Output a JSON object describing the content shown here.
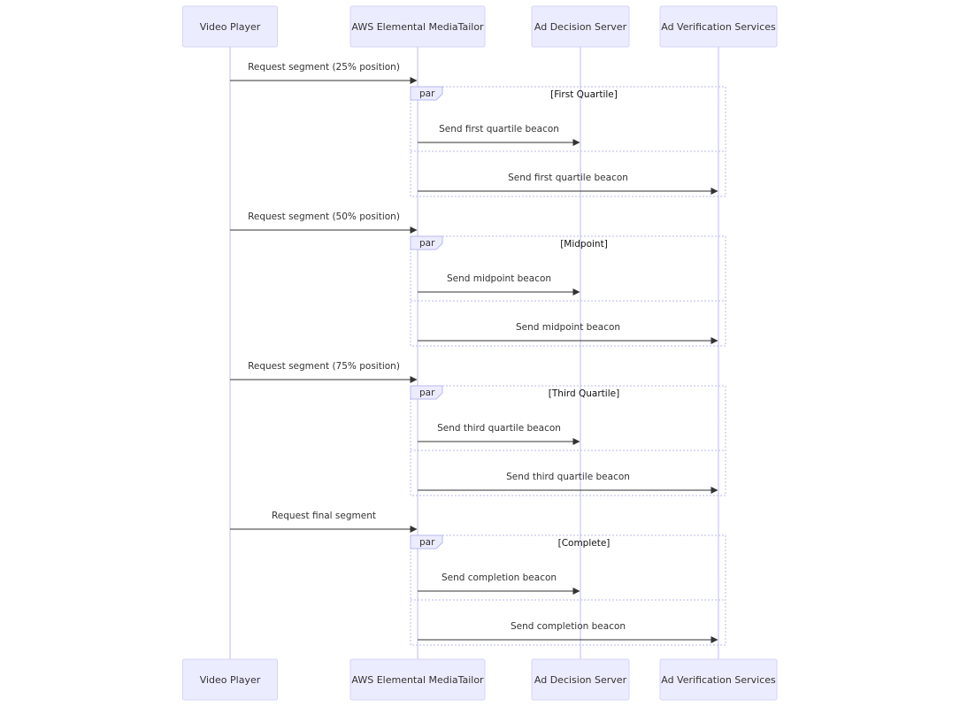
{
  "participants": [
    {
      "id": "vp",
      "label": "Video Player"
    },
    {
      "id": "mt",
      "label": "AWS Elemental MediaTailor"
    },
    {
      "id": "ads",
      "label": "Ad Decision Server"
    },
    {
      "id": "avs",
      "label": "Ad Verification Services"
    }
  ],
  "steps": [
    {
      "request": {
        "from": "vp",
        "to": "mt",
        "label": "Request segment (25% position)"
      },
      "block": {
        "kind": "par",
        "label": "[First Quartile]",
        "messages": [
          {
            "from": "mt",
            "to": "ads",
            "label": "Send first quartile beacon"
          },
          {
            "from": "mt",
            "to": "avs",
            "label": "Send first quartile beacon"
          }
        ]
      }
    },
    {
      "request": {
        "from": "vp",
        "to": "mt",
        "label": "Request segment (50% position)"
      },
      "block": {
        "kind": "par",
        "label": "[Midpoint]",
        "messages": [
          {
            "from": "mt",
            "to": "ads",
            "label": "Send midpoint beacon"
          },
          {
            "from": "mt",
            "to": "avs",
            "label": "Send midpoint beacon"
          }
        ]
      }
    },
    {
      "request": {
        "from": "vp",
        "to": "mt",
        "label": "Request segment (75% position)"
      },
      "block": {
        "kind": "par",
        "label": "[Third Quartile]",
        "messages": [
          {
            "from": "mt",
            "to": "ads",
            "label": "Send third quartile beacon"
          },
          {
            "from": "mt",
            "to": "avs",
            "label": "Send third quartile beacon"
          }
        ]
      }
    },
    {
      "request": {
        "from": "vp",
        "to": "mt",
        "label": "Request final segment"
      },
      "block": {
        "kind": "par",
        "label": "[Complete]",
        "messages": [
          {
            "from": "mt",
            "to": "ads",
            "label": "Send completion beacon"
          },
          {
            "from": "mt",
            "to": "avs",
            "label": "Send completion beacon"
          }
        ]
      }
    }
  ],
  "colors": {
    "actor_fill": "#ececff",
    "actor_border": "#d4d4f7",
    "line": "#333333",
    "frame_border": "#b8b8ee"
  }
}
